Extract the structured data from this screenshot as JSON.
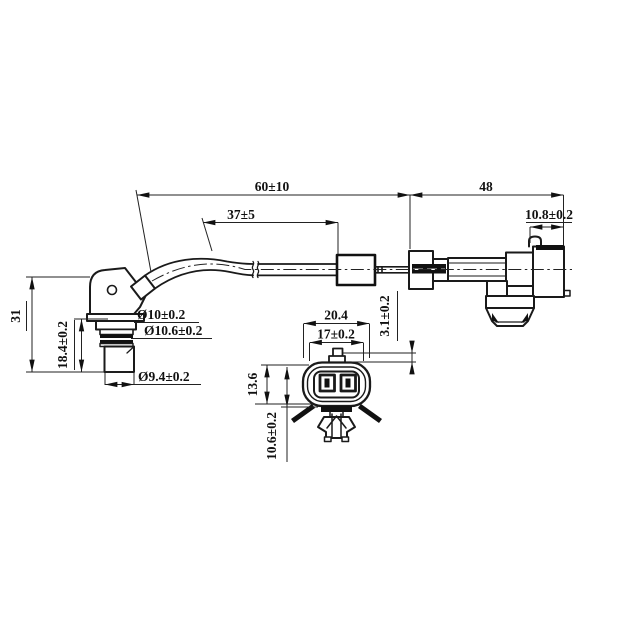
{
  "page": {
    "background": "#ffffff",
    "line_color": "#1a1a1a"
  },
  "dimensions": {
    "cable_total": "60±10",
    "cable_bend": "37±5",
    "connector_span": "48",
    "latch_setback": "10.8±0.2",
    "sensor_height": "31",
    "tip_length": "18.4±0.2",
    "flange_dia": "Ø10±0.2",
    "oring_dia": "Ø10.6±0.2",
    "tip_dia": "Ø9.4±0.2",
    "front_width_outer": "20.4",
    "front_width_inner": "17±0.2",
    "tab_height": "3.1±0.2",
    "front_height": "13.6",
    "front_lower_height": "10.6±0.2"
  }
}
